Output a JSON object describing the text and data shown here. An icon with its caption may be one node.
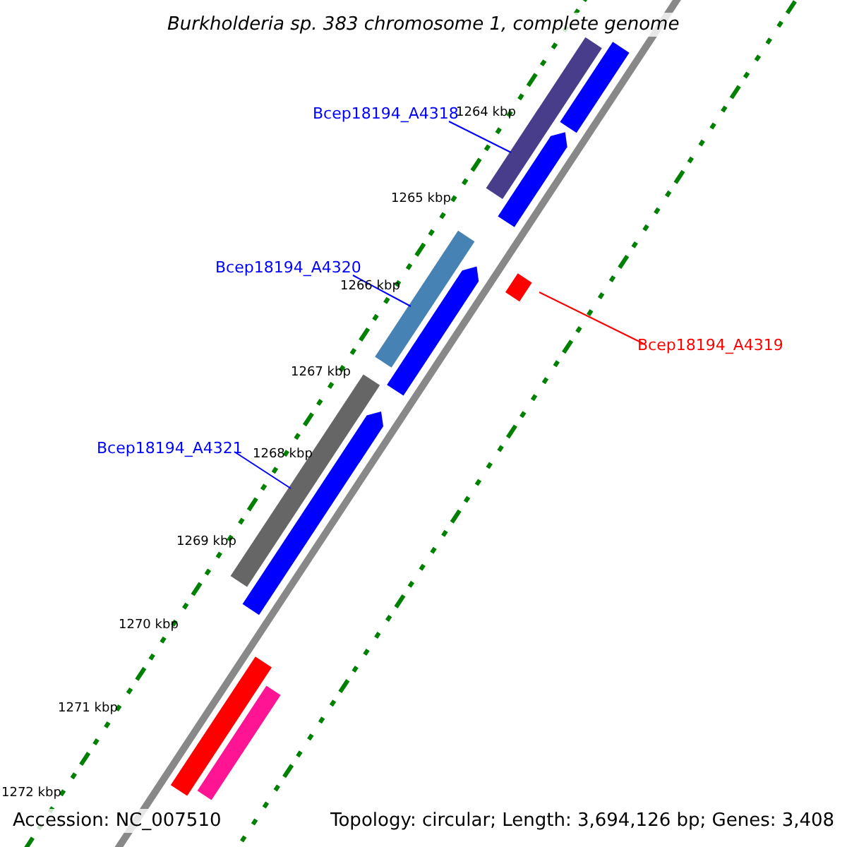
{
  "diagram": {
    "title": "Burkholderia sp. 383 chromosome 1, complete genome",
    "nodes": [
      {
        "text": [
          "Bcep18194_A4318"
        ]
      },
      {
        "text": [],
        "shape": "bar"
      },
      {
        "text": [
          "Bcep18194_A4320"
        ]
      },
      {
        "text": [],
        "shape": "bar"
      },
      {
        "text": [
          "Bcep18194_A4319"
        ]
      },
      {
        "text": [],
        "shape": "bar"
      },
      {
        "text": [
          "Bcep18194_A4321"
        ]
      },
      {
        "text": [],
        "shape": "bar"
      },
      {
        "text": [],
        "shape": "bar"
      },
      {
        "text": [],
        "shape": "bar"
      },
      {
        "text": [],
        "shape": "bar"
      },
      {
        "text": [],
        "shape": "bar"
      },
      {
        "text": [],
        "shape": "bar"
      },
      {
        "text": [],
        "shape": "bar"
      }
    ],
    "edges": [
      {
        "from": 0,
        "to": 1,
        "arrow": "none"
      },
      {
        "from": 2,
        "to": 3,
        "arrow": "none"
      },
      {
        "from": 4,
        "to": 5,
        "arrow": "none",
        "color": "#ff0000"
      },
      {
        "from": 6,
        "to": 7,
        "arrow": "none"
      }
    ],
    "labels": [
      "1264 kbp",
      "1265 kbp",
      "1266 kbp",
      "1267 kbp",
      "1268 kbp",
      "1269 kbp",
      "1270 kbp",
      "1271 kbp",
      "1272 kbp",
      "Accession: NC_007510",
      "Topology: circular; Length: 3,694,126 bp; Genes: 3,408"
    ]
  }
}
